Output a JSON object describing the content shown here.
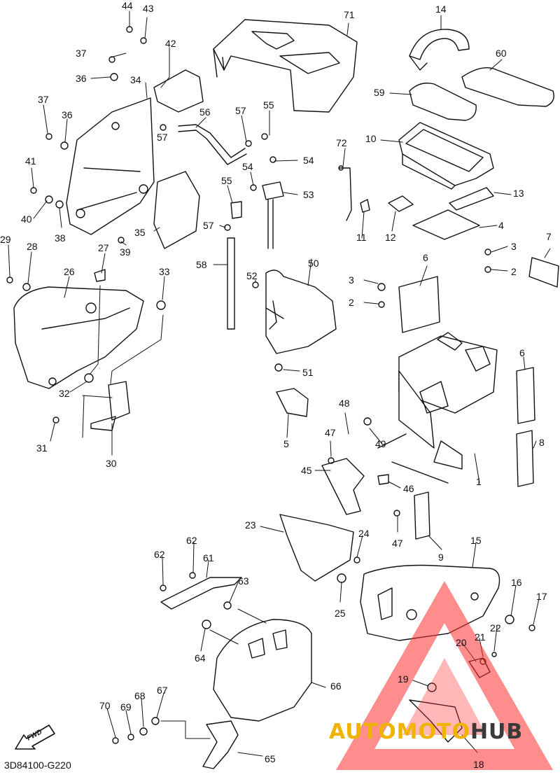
{
  "diagram": {
    "code": "3D84100-G220",
    "fwd_label": "FWD",
    "watermark": {
      "part1": "AUTOMOTO",
      "part2": "HUB",
      "color_accent": "#f0b400",
      "color_triangle": "#ff3030",
      "color_dark": "#3a3a3a"
    },
    "parts": [
      {
        "id": "p1",
        "text": "1"
      },
      {
        "id": "p2a",
        "text": "2"
      },
      {
        "id": "p2b",
        "text": "2"
      },
      {
        "id": "p3a",
        "text": "3"
      },
      {
        "id": "p3b",
        "text": "3"
      },
      {
        "id": "p4",
        "text": "4"
      },
      {
        "id": "p5",
        "text": "5"
      },
      {
        "id": "p6a",
        "text": "6"
      },
      {
        "id": "p6b",
        "text": "6"
      },
      {
        "id": "p7",
        "text": "7"
      },
      {
        "id": "p8",
        "text": "8"
      },
      {
        "id": "p9",
        "text": "9"
      },
      {
        "id": "p10",
        "text": "10"
      },
      {
        "id": "p11",
        "text": "11"
      },
      {
        "id": "p12",
        "text": "12"
      },
      {
        "id": "p13",
        "text": "13"
      },
      {
        "id": "p14",
        "text": "14"
      },
      {
        "id": "p15",
        "text": "15"
      },
      {
        "id": "p16",
        "text": "16"
      },
      {
        "id": "p17",
        "text": "17"
      },
      {
        "id": "p18",
        "text": "18"
      },
      {
        "id": "p19",
        "text": "19"
      },
      {
        "id": "p20",
        "text": "20"
      },
      {
        "id": "p21",
        "text": "21"
      },
      {
        "id": "p22",
        "text": "22"
      },
      {
        "id": "p23",
        "text": "23"
      },
      {
        "id": "p24",
        "text": "24"
      },
      {
        "id": "p25",
        "text": "25"
      },
      {
        "id": "p26",
        "text": "26"
      },
      {
        "id": "p27",
        "text": "27"
      },
      {
        "id": "p28",
        "text": "28"
      },
      {
        "id": "p29",
        "text": "29"
      },
      {
        "id": "p30",
        "text": "30"
      },
      {
        "id": "p31",
        "text": "31"
      },
      {
        "id": "p32",
        "text": "32"
      },
      {
        "id": "p33",
        "text": "33"
      },
      {
        "id": "p34",
        "text": "34"
      },
      {
        "id": "p35",
        "text": "35"
      },
      {
        "id": "p36a",
        "text": "36"
      },
      {
        "id": "p36b",
        "text": "36"
      },
      {
        "id": "p37a",
        "text": "37"
      },
      {
        "id": "p37b",
        "text": "37"
      },
      {
        "id": "p38",
        "text": "38"
      },
      {
        "id": "p39",
        "text": "39"
      },
      {
        "id": "p40",
        "text": "40"
      },
      {
        "id": "p41",
        "text": "41"
      },
      {
        "id": "p42",
        "text": "42"
      },
      {
        "id": "p43",
        "text": "43"
      },
      {
        "id": "p44",
        "text": "44"
      },
      {
        "id": "p45",
        "text": "45"
      },
      {
        "id": "p46",
        "text": "46"
      },
      {
        "id": "p47a",
        "text": "47"
      },
      {
        "id": "p47b",
        "text": "47"
      },
      {
        "id": "p48",
        "text": "48"
      },
      {
        "id": "p49",
        "text": "49"
      },
      {
        "id": "p50",
        "text": "50"
      },
      {
        "id": "p51",
        "text": "51"
      },
      {
        "id": "p52",
        "text": "52"
      },
      {
        "id": "p53",
        "text": "53"
      },
      {
        "id": "p54a",
        "text": "54"
      },
      {
        "id": "p54b",
        "text": "54"
      },
      {
        "id": "p55a",
        "text": "55"
      },
      {
        "id": "p55b",
        "text": "55"
      },
      {
        "id": "p56",
        "text": "56"
      },
      {
        "id": "p57a",
        "text": "57"
      },
      {
        "id": "p57b",
        "text": "57"
      },
      {
        "id": "p57c",
        "text": "57"
      },
      {
        "id": "p58",
        "text": "58"
      },
      {
        "id": "p59",
        "text": "59"
      },
      {
        "id": "p60",
        "text": "60"
      },
      {
        "id": "p61",
        "text": "61"
      },
      {
        "id": "p62a",
        "text": "62"
      },
      {
        "id": "p62b",
        "text": "62"
      },
      {
        "id": "p63",
        "text": "63"
      },
      {
        "id": "p64",
        "text": "64"
      },
      {
        "id": "p65",
        "text": "65"
      },
      {
        "id": "p66",
        "text": "66"
      },
      {
        "id": "p67",
        "text": "67"
      },
      {
        "id": "p68",
        "text": "68"
      },
      {
        "id": "p69",
        "text": "69"
      },
      {
        "id": "p70",
        "text": "70"
      },
      {
        "id": "p71",
        "text": "71"
      },
      {
        "id": "p72",
        "text": "72"
      }
    ]
  }
}
